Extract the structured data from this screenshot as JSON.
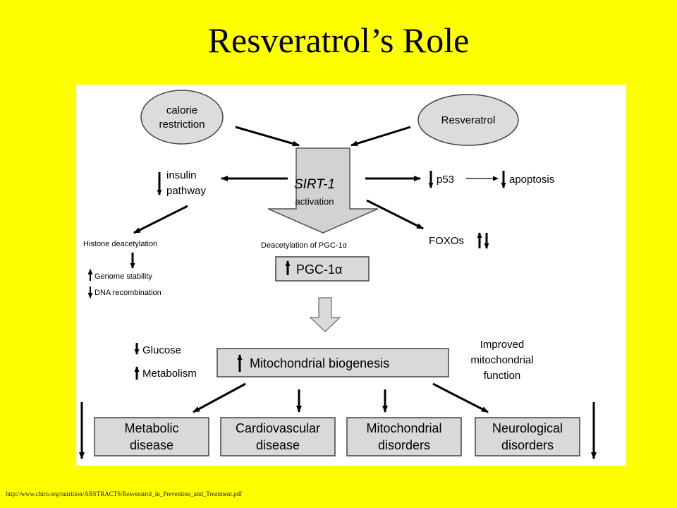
{
  "slide": {
    "title": "Resveratrol’s Role",
    "source_url": "http://www.chiro.org/nutrition/ABSTRACTS/Resveratrol_in_Prevention_and_Treatment.pdf",
    "background_color": "#FFFF00"
  },
  "diagram": {
    "calorie_restriction": [
      "calorie",
      "restriction"
    ],
    "resveratrol": "Resveratrol",
    "sirt1": "SIRT-1",
    "sirt1_activation": "activation",
    "insulin_pathway": [
      "insulin",
      "pathway"
    ],
    "p53": "p53",
    "apoptosis": "apoptosis",
    "foxos": "FOXOs",
    "histone_deacetylation": "Histone deacetylation",
    "genome_stability": "Genome stability",
    "dna_recombination": "DNA recombination",
    "deacetylation_pgc1a": "Deacetylation of PGC-1α",
    "pgc1a": "PGC-1α",
    "glucose": "Glucose",
    "metabolism": "Metabolism",
    "mitochondrial_biogenesis": "Mitochondrial biogenesis",
    "improved_function": [
      "Improved",
      "mitochondrial",
      "function"
    ],
    "outcomes": [
      [
        "Metabolic",
        "disease"
      ],
      [
        "Cardiovascular",
        "disease"
      ],
      [
        "Mitochondrial",
        "disorders"
      ],
      [
        "Neurological",
        "disorders"
      ]
    ],
    "colors": {
      "box_fill": "#d9d9d9",
      "ellipse_fill": "#dcdcdc",
      "stroke": "#444444"
    }
  }
}
